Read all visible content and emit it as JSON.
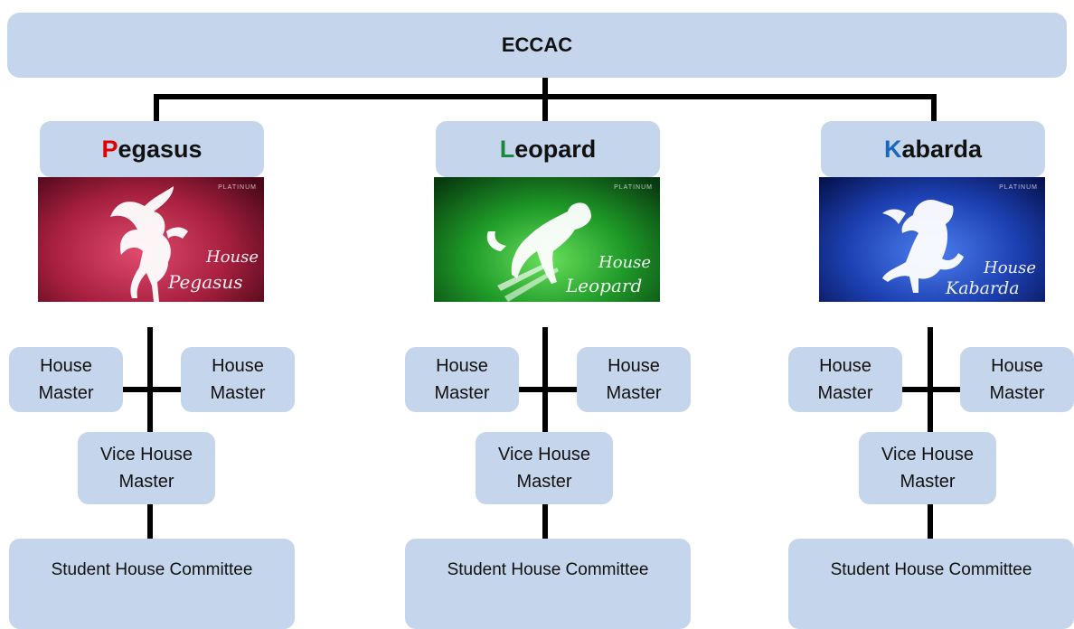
{
  "root": {
    "label": "ECCAC"
  },
  "houses": [
    {
      "initial": "P",
      "rest": "egasus",
      "initial_color": "#e00000",
      "banner": {
        "script_top": "House",
        "script_bottom": "Pegasus",
        "watermark": "PLATINUM",
        "bg_center": "#d23a5e",
        "bg_edge": "#5a0c22",
        "icon": "pegasus-icon"
      },
      "house_master_left": "House Master",
      "house_master_right": "House Master",
      "vice": "Vice House Master",
      "committee": "Student House Committee"
    },
    {
      "initial": "L",
      "rest": "eopard",
      "initial_color": "#1a8a3a",
      "banner": {
        "script_top": "House",
        "script_bottom": "Leopard",
        "watermark": "PLATINUM",
        "bg_center": "#4fd34a",
        "bg_edge": "#0a3a10",
        "icon": "leopard-icon"
      },
      "house_master_left": "House Master",
      "house_master_right": "House Master",
      "vice": "Vice House Master",
      "committee": "Student House Committee"
    },
    {
      "initial": "K",
      "rest": "abarda",
      "initial_color": "#1868c0",
      "banner": {
        "script_top": "House",
        "script_bottom": "Kabarda",
        "watermark": "PLATINUM",
        "bg_center": "#3b6ee8",
        "bg_edge": "#0a1650",
        "icon": "horse-icon"
      },
      "house_master_left": "House Master",
      "house_master_right": "House Master",
      "vice": "Vice House Master",
      "committee": "Student House Committee"
    }
  ]
}
